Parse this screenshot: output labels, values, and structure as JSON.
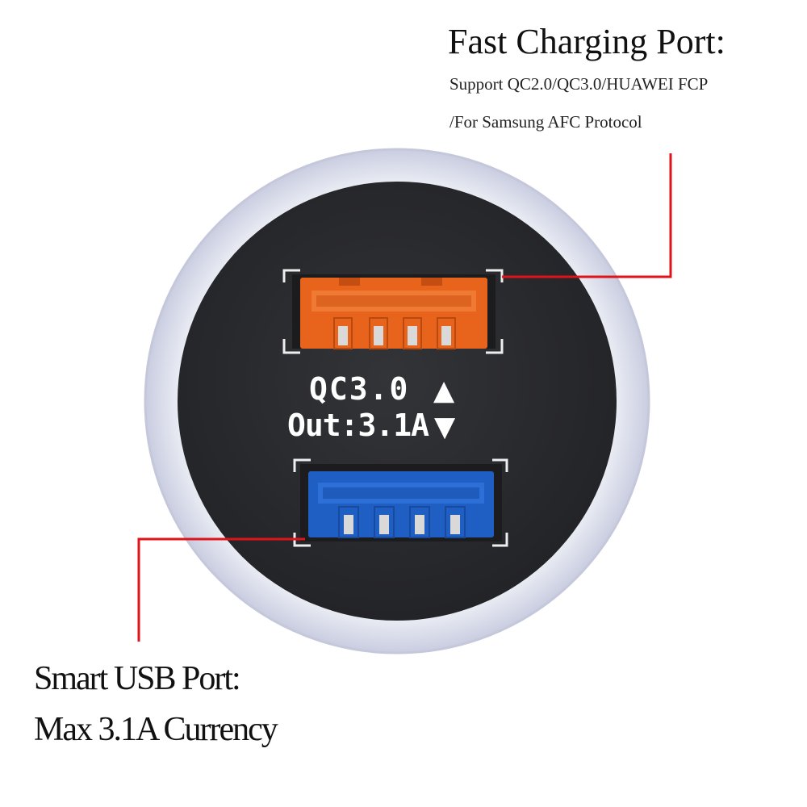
{
  "fast_port": {
    "title": "Fast Charging Port:",
    "line1": "Support QC2.0/QC3.0/HUAWEI FCP",
    "line2": "/For Samsung AFC Protocol"
  },
  "smart_port": {
    "title": "Smart USB Port:",
    "subtitle": "Max 3.1A Currency"
  },
  "face": {
    "label_qc": "QC3.0",
    "label_out": "Out:3.1A",
    "up_arrow": "▲",
    "down_arrow": "▼"
  },
  "colors": {
    "ring": "#dfe2ee",
    "face": "#2b2c2f",
    "fast_port": "#e8641c",
    "smart_port": "#1f5fc4",
    "leader_line": "#e0121a",
    "port_frame": "#f2f2f2"
  }
}
